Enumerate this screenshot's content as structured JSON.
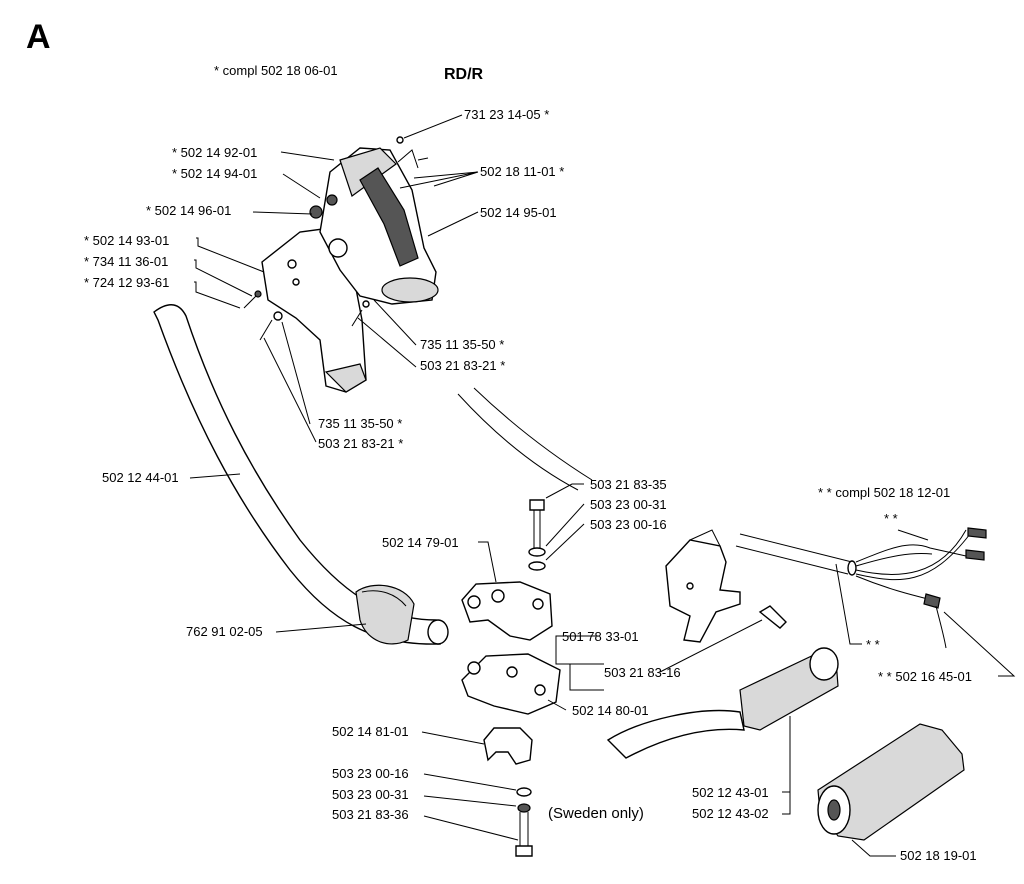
{
  "section_letter": "A",
  "model": "RD/R",
  "kit_note": "*  compl 502 18 06-01",
  "wire_kit_note": "* *  compl 502 18 12-01",
  "wire_marker_top": "* *",
  "wire_marker_mid": "* *",
  "note_sweden": "(Sweden only)",
  "labels": {
    "p731231405": "731 23 14-05  *",
    "p502149201": "*  502 14 92-01",
    "p502181101": "502 18 11-01  *",
    "p502149401": "*  502 14 94-01",
    "p502149601": "*  502 14 96-01",
    "p502149501": "502 14 95-01",
    "p502149301": "*  502 14 93-01",
    "p734113601": "*  734 11 36-01",
    "p724129361": "*  724 12 93-61",
    "p735113550a": "735 11 35-50  *",
    "p503218321a": "503 21 83-21  *",
    "p735113550b": "735 11 35-50  *",
    "p503218321b": "503 21 83-21  *",
    "p502124401": "502 12 44-01",
    "p503218335": "503 21 83-35",
    "p503230031a": "503 23 00-31",
    "p503230016a": "503 23 00-16",
    "p502147901": "502 14 79-01",
    "p762910205": "762 91 02-05",
    "p501783301": "501 78 33-01",
    "p503218316": "503 21 83-16",
    "p502164501": "* *  502 16 45-01",
    "p502148001": "502 14 80-01",
    "p502148101": "502 14 81-01",
    "p503230016b": "503 23 00-16",
    "p503230031b": "503 23 00-31",
    "p503218336": "503 21 83-36",
    "p502124301": "502 12 43-01",
    "p502124302": "502 12 43-02",
    "p502181901": "502 18 19-01"
  }
}
